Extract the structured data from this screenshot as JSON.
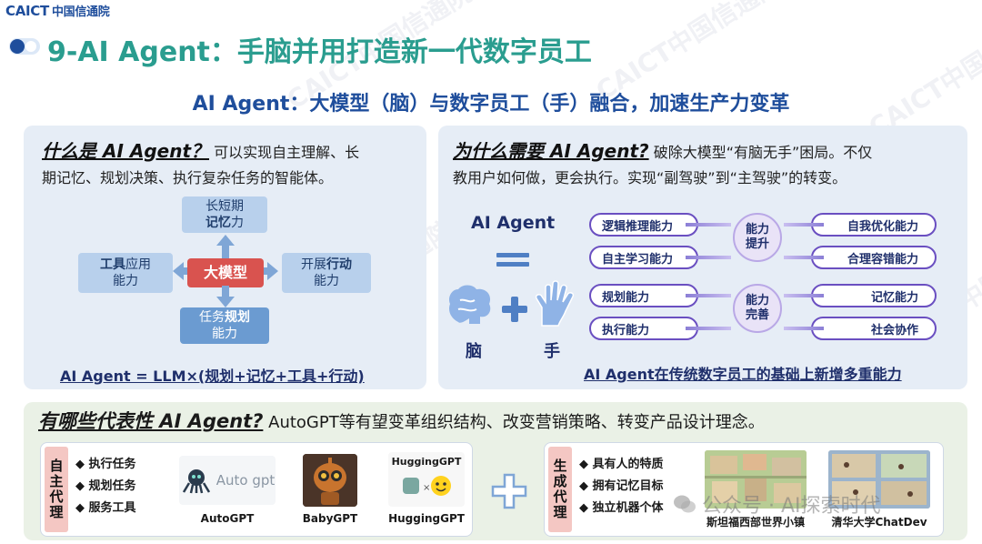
{
  "header": {
    "logo_text": "CAICT",
    "logo_org": "中国信通院",
    "title": "9-AI Agent：手脑并用打造新一代数字员工",
    "subtitle": "AI Agent：大模型（脑）与数字员工（手）融合，加速生产力变革"
  },
  "left_panel": {
    "heading": "什么是 AI Agent？",
    "description_line1": "可以实现自主理解、长",
    "description_line2": "期记忆、规划决策、执行复杂任务的智能体。",
    "top_box": {
      "line1": "长短期",
      "line2_bold": "记忆",
      "line2_rest": "力"
    },
    "left_box": {
      "line1_bold": "工具",
      "line1_rest": "应用",
      "line2": "能力"
    },
    "center_box": "大模型",
    "right_box": {
      "line1_plain": "开展",
      "line1_bold": "行动",
      "line2": "能力"
    },
    "bottom_box": {
      "line1_plain": "任务",
      "line1_bold": "规划",
      "line2": "能力"
    },
    "formula": "AI Agent = LLM×(规划+记忆+工具+行动)"
  },
  "right_panel": {
    "heading": "为什么需要 AI Agent?",
    "description_line1": "破除大模型“有脑无手”困局。不仅",
    "description_line2": "教用户如何做，更会执行。实现“副驾驶”到“主驾驶”的转变。",
    "ai_agent_label": "AI Agent",
    "brain_label": "脑",
    "hand_label": "手",
    "group1_center": [
      "能力",
      "提升"
    ],
    "group1_left": [
      "逻辑推理能力",
      "自主学习能力"
    ],
    "group1_right": [
      "自我优化能力",
      "合理容错能力"
    ],
    "group2_center": [
      "能力",
      "完善"
    ],
    "group2_left": [
      "规划能力",
      "执行能力"
    ],
    "group2_right": [
      "记忆能力",
      "社会协作"
    ],
    "caption": "AI Agent在传统数字员工的基础上新增多重能力"
  },
  "bottom_panel": {
    "heading": "有哪些代表性 AI Agent?",
    "description": "AutoGPT等有望变革组织结构、改变营销策略、转变产品设计理念。",
    "autonomous": {
      "label": "自主代理",
      "bullets": [
        "执行任务",
        "规划任务",
        "服务工具"
      ],
      "items": [
        {
          "name": "AutoGPT",
          "logo_text": "Auto gpt"
        },
        {
          "name": "BabyGPT"
        },
        {
          "name": "HuggingGPT",
          "logo_text": "HuggingGPT"
        }
      ]
    },
    "generative": {
      "label": "生成代理",
      "bullets": [
        "具有人的特质",
        "拥有记忆目标",
        "独立机器个体"
      ],
      "items": [
        {
          "name": "斯坦福西部世界小镇"
        },
        {
          "name": "清华大学ChatDev"
        }
      ]
    }
  },
  "watermark": {
    "text": "CAICT中国信通院",
    "wechat": "公众号 · AI探索时代"
  },
  "colors": {
    "title": "#2a9d8f",
    "subtitle": "#1f4e9c",
    "core_box": "#d9534f",
    "pill_border": "#6a4fc1"
  }
}
